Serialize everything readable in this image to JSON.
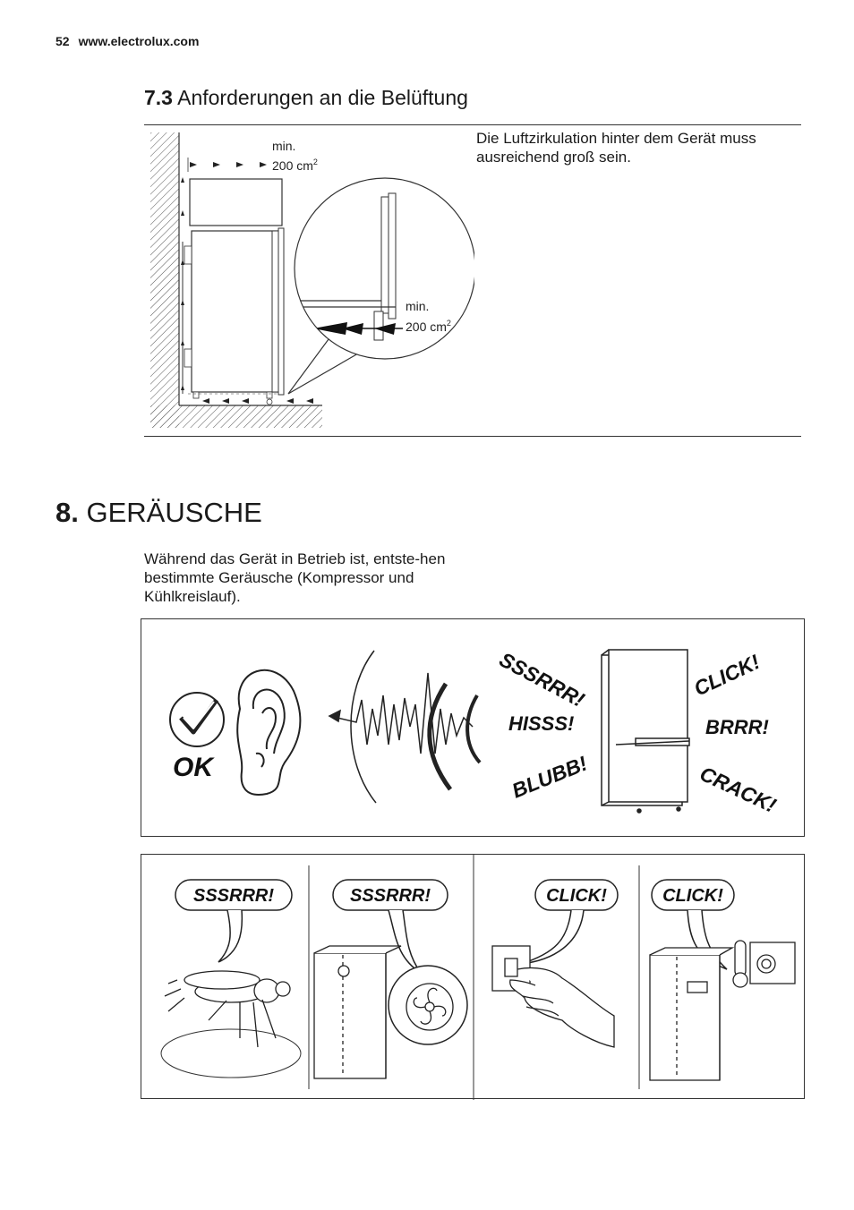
{
  "header": {
    "page_number": "52",
    "site": "www.electrolux.com"
  },
  "ventilation": {
    "number": "7.3",
    "title": "Anforderungen an die Belüftung",
    "text": "Die Luftzirkulation hinter dem Gerät muss ausreichend groß sein.",
    "top_label_min": "min.",
    "top_label_value": "200 cm",
    "top_label_sup": "2",
    "zoom_label_min": "min.",
    "zoom_label_value": "200 cm",
    "zoom_label_sup": "2"
  },
  "noises": {
    "number": "8.",
    "title": "GERÄUSCHE",
    "intro": "Während das Gerät in Betrieb ist, entste-hen bestimmte Geräusche (Kompressor und Kühlkreislauf).",
    "ok_label": "OK",
    "sounds": {
      "sssrrr": "SSSRRR!",
      "hisss": "HISSS!",
      "blubb": "BLUBB!",
      "click": "CLICK!",
      "brrr": "BRRR!",
      "crack": "CRACK!"
    },
    "bubbles": [
      "SSSRRR!",
      "SSSRRR!",
      "CLICK!",
      "CLICK!"
    ]
  }
}
